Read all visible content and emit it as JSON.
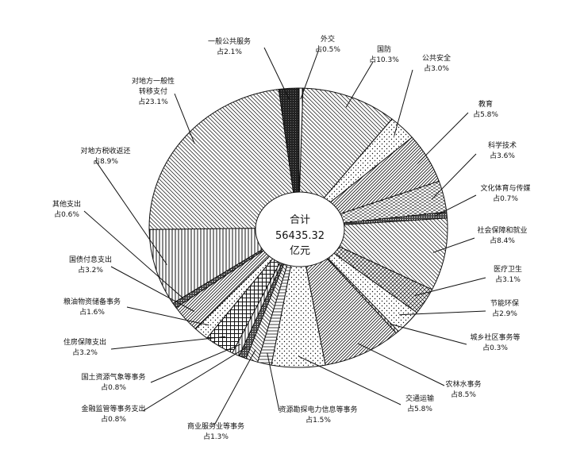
{
  "chart_data": {
    "type": "pie",
    "center_label": [
      "合计",
      "56435.32",
      "亿元"
    ],
    "slices": [
      {
        "name": "外交",
        "value_label": "占0.5%",
        "value": 0.5,
        "pattern": "vlines"
      },
      {
        "name": "国防",
        "value_label": "占10.3%",
        "value": 10.3,
        "pattern": "diag-down"
      },
      {
        "name": "公共安全",
        "value_label": "占3.0%",
        "value": 3.0,
        "pattern": "dots"
      },
      {
        "name": "教育",
        "value_label": "占5.8%",
        "value": 5.8,
        "pattern": "diag-up"
      },
      {
        "name": "科学技术",
        "value_label": "占3.6%",
        "value": 3.6,
        "pattern": "hdash"
      },
      {
        "name": "文化体育与传媒",
        "value_label": "占0.7%",
        "value": 0.7,
        "pattern": "dense"
      },
      {
        "name": "社会保障和就业",
        "value_label": "占8.4%",
        "value": 8.4,
        "pattern": "diag-down"
      },
      {
        "name": "医疗卫生",
        "value_label": "占3.1%",
        "value": 3.1,
        "pattern": "cross"
      },
      {
        "name": "节能环保",
        "value_label": "占2.9%",
        "value": 2.9,
        "pattern": "dots"
      },
      {
        "name": "城乡社区事务等",
        "value_label": "占0.3%",
        "value": 0.3,
        "pattern": "vlines"
      },
      {
        "name": "农林水事务",
        "value_label": "占8.5%",
        "value": 8.5,
        "pattern": "diag-up"
      },
      {
        "name": "交通运输",
        "value_label": "占5.8%",
        "value": 5.8,
        "pattern": "dots"
      },
      {
        "name": "资源勘探电力信息等事务",
        "value_label": "占1.5%",
        "value": 1.5,
        "pattern": "hlines"
      },
      {
        "name": "商业服务业等事务",
        "value_label": "占1.3%",
        "value": 1.3,
        "pattern": "diag-down"
      },
      {
        "name": "金融监管等事务支出",
        "value_label": "占0.8%",
        "value": 0.8,
        "pattern": "dense"
      },
      {
        "name": "国土资源气象等事务",
        "value_label": "占0.8%",
        "value": 0.8,
        "pattern": "vlines"
      },
      {
        "name": "住房保障支出",
        "value_label": "占3.2%",
        "value": 3.2,
        "pattern": "grid"
      },
      {
        "name": "粮油物资储备事务",
        "value_label": "占1.6%",
        "value": 1.6,
        "pattern": "dots"
      },
      {
        "name": "国债付息支出",
        "value_label": "占3.2%",
        "value": 3.2,
        "pattern": "diag-up"
      },
      {
        "name": "其他支出",
        "value_label": "占0.6%",
        "value": 0.6,
        "pattern": "dense"
      },
      {
        "name": "对地方税收返还",
        "value_label": "占8.9%",
        "value": 8.9,
        "pattern": "vlines"
      },
      {
        "name": "对地方一般性转移支付",
        "value_label": "占23.1%",
        "value": 23.1,
        "pattern": "diag-down"
      },
      {
        "name": "一般公共服务",
        "value_label": "占2.1%",
        "value": 2.1,
        "pattern": "solid-dark"
      }
    ]
  }
}
